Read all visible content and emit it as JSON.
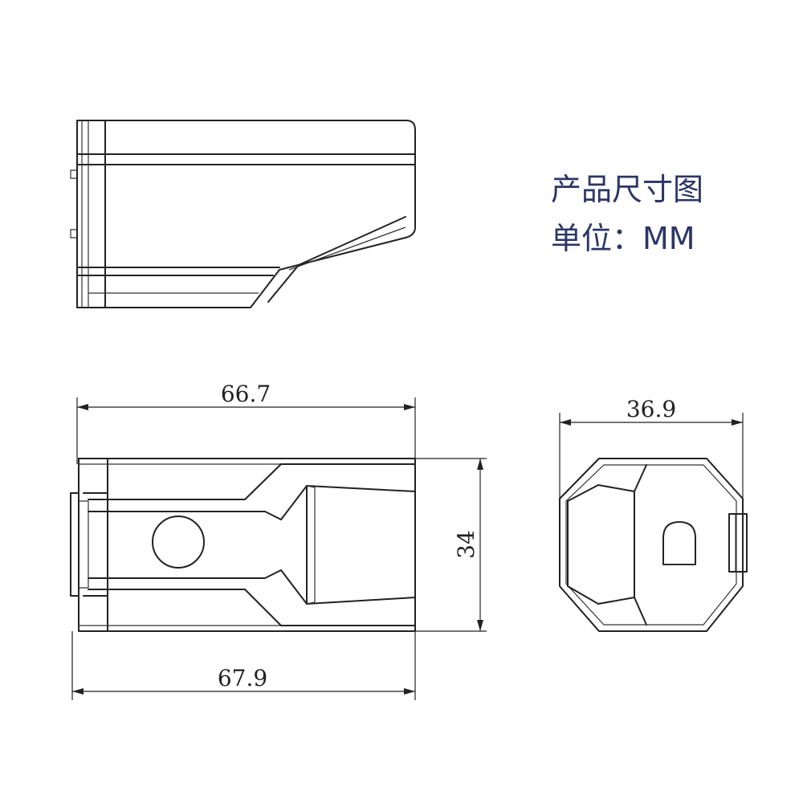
{
  "legend": {
    "title": "产品尺寸图",
    "unit_label": "单位：",
    "unit_value": "MM"
  },
  "dimensions": {
    "top_width": "66.7",
    "bottom_width": "67.9",
    "height": "34",
    "side_width": "36.9"
  },
  "colors": {
    "line": "#222222",
    "label_text": "#2b3566",
    "background": "#ffffff"
  }
}
